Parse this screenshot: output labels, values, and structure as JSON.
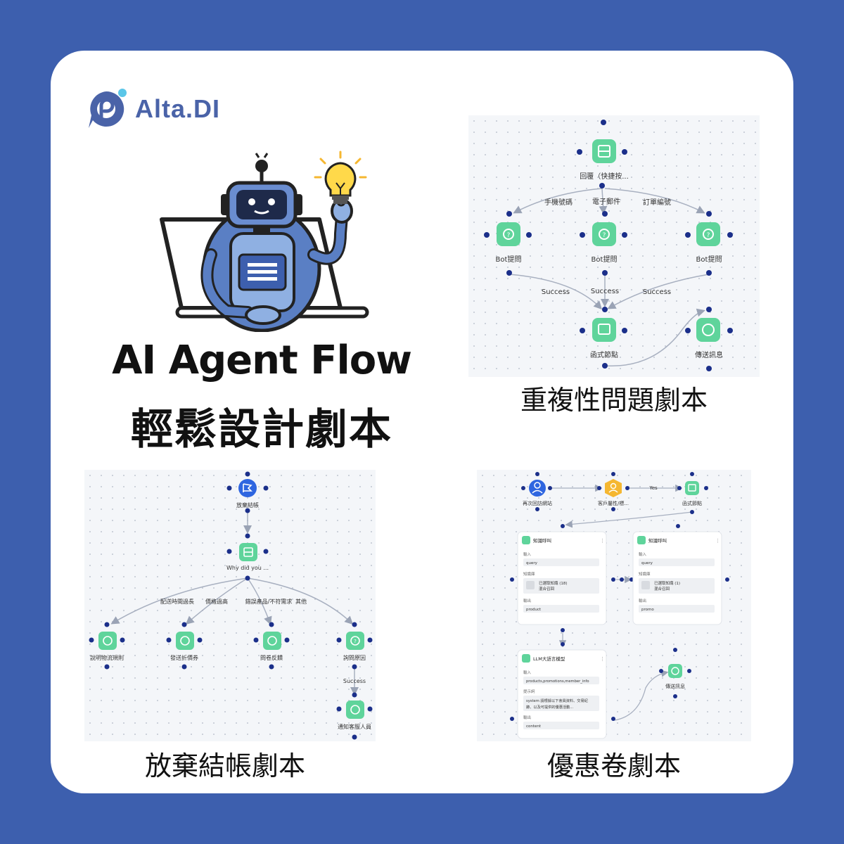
{
  "brand": {
    "name": "Alta.DI"
  },
  "hero": {
    "line1": "AI Agent Flow",
    "line2": "輕鬆設計劇本"
  },
  "colors": {
    "background": "#3d5fae",
    "node_green": "#5fd49b",
    "node_blue": "#2f66e0",
    "node_yellow": "#f5b731",
    "port": "#1b2f8a"
  },
  "flow1": {
    "caption": "重複性問題劇本",
    "root_label": "回覆（快捷按...",
    "edges": [
      "手機號碼",
      "電子郵件",
      "訂單編號"
    ],
    "bot_label": "Bot提問",
    "success": "Success",
    "func_label": "函式節點",
    "send_label": "傳送訊息"
  },
  "flow2": {
    "caption": "放棄結帳劇本",
    "start_label": "放棄結帳",
    "question_label": "Why did you ...",
    "edges": [
      "配送時間過長",
      "價格過高",
      "錯誤產品/不符需求",
      "其他"
    ],
    "nodes": [
      "說明物流規則",
      "發送折價券",
      "問卷反饋",
      "詢問原因"
    ],
    "success": "Success",
    "notify_label": "通知客服人員"
  },
  "flow3": {
    "caption": "優惠卷劇本",
    "visit_label": "再次回訪網站",
    "attr_label": "客戶屬性/標...",
    "yes": "Yes",
    "func_label": "函式節點",
    "kb": {
      "title": "知識呼叫",
      "input_label": "輸入",
      "input_value": "query",
      "store_label": "知識庫",
      "left": {
        "store_text": "已選取知識 (18)",
        "store_sub": "混合召回",
        "output": "product"
      },
      "right": {
        "store_text": "已選取知識 (1)",
        "store_sub": "混合召回",
        "output": "promo"
      },
      "output_label": "輸出"
    },
    "llm": {
      "title": "LLM大語言模型",
      "input_label": "輸入",
      "input_value": "products,promotions,member_info",
      "prompt_label": "提示詞",
      "prompt_line1": "system 請根據以下會員資料、交易紀",
      "prompt_line2": "錄、以及可提供的優惠活動...",
      "output_label": "輸出",
      "output_value": "content"
    },
    "send_label": "傳送訊息"
  }
}
